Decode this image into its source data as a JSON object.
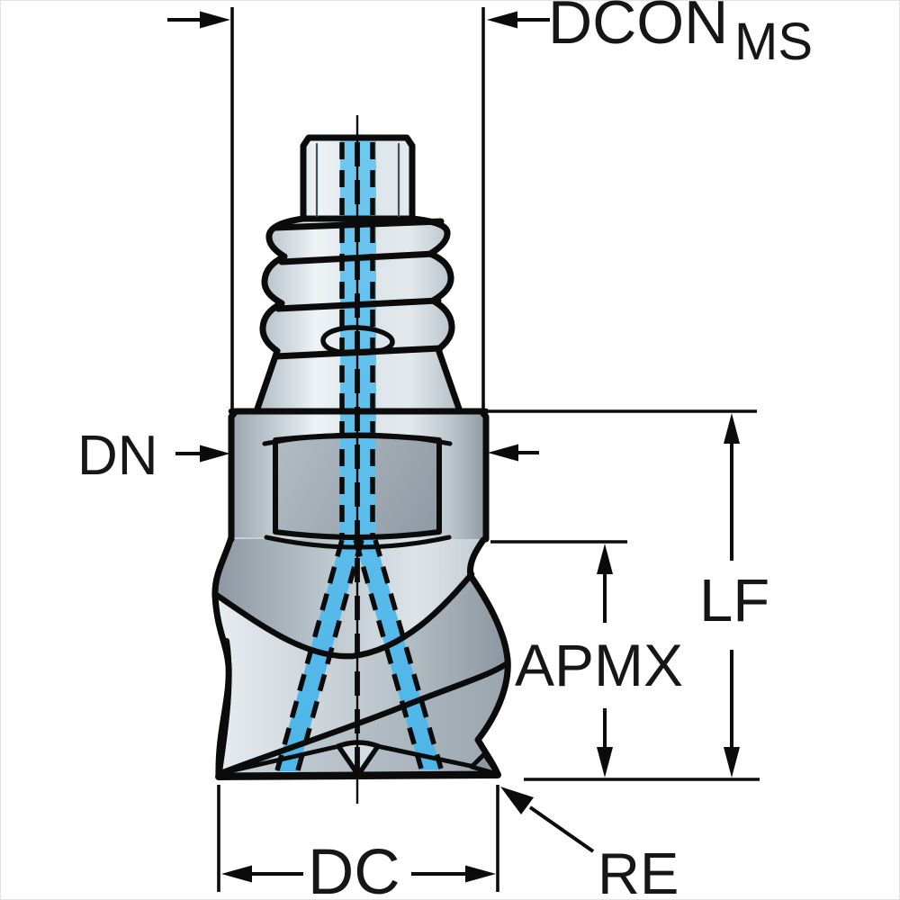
{
  "figure": {
    "description": "Technical dimension drawing of an exchangeable-head milling cutter with threaded coupling and internal coolant channels",
    "labels": {
      "dcon": "DCON",
      "dcon_subscript": "MS",
      "dn": "DN",
      "lf": "LF",
      "apmx": "APMX",
      "dc": "DC",
      "re": "RE"
    },
    "colors": {
      "background": "#ffffff",
      "outline": "#0b0b0b",
      "coolant_blue": "#55bdeb",
      "body_light": "#eef3f6",
      "body_mid": "#c6d0d7",
      "body_dark": "#8e99a3"
    }
  }
}
